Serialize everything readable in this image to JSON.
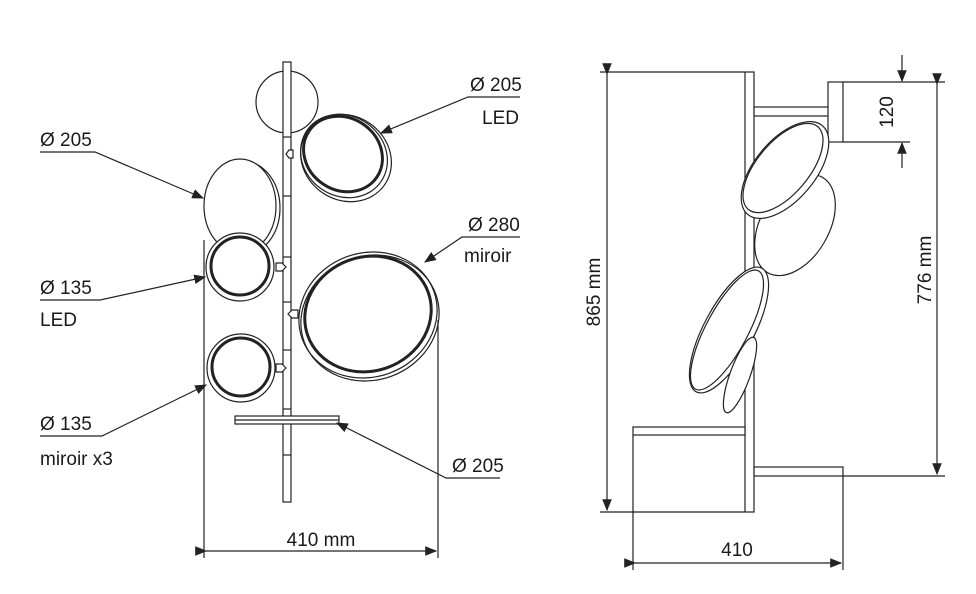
{
  "front_view": {
    "labels": {
      "top_left": {
        "diameter": "Ø 205"
      },
      "top_right": {
        "diameter": "Ø 205",
        "type": "LED"
      },
      "large_right": {
        "diameter": "Ø 280",
        "type": "miroir"
      },
      "mid_left": {
        "diameter": "Ø 135",
        "type": "LED"
      },
      "bottom_left": {
        "diameter": "Ø 135",
        "type": "miroir x3"
      },
      "tray": {
        "diameter": "Ø 205"
      }
    },
    "width_dimension": "410 mm"
  },
  "side_view": {
    "total_height": "865 mm",
    "head_height": "120",
    "arm_height": "776 mm",
    "width_dimension": "410"
  },
  "colors": {
    "line": "#222222",
    "background": "#ffffff"
  }
}
